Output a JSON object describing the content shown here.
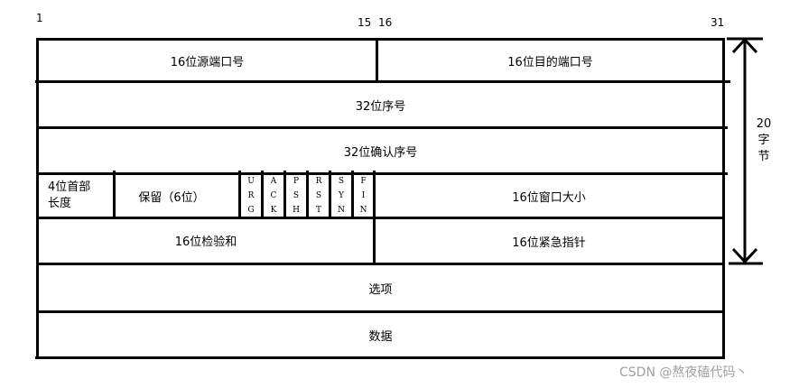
{
  "bit_labels": {
    "start": "1",
    "mid_left": "15",
    "mid_right": "16",
    "end": "31"
  },
  "rows": {
    "row1": {
      "source_port": "16位源端口号",
      "dest_port": "16位目的端口号"
    },
    "row2": {
      "sequence_number": "32位序号"
    },
    "row3": {
      "ack_number": "32位确认序号"
    },
    "row4": {
      "header_length": "4位首部长度",
      "reserved": "保留（6位）",
      "flags": [
        {
          "name": "URG",
          "letters": [
            "U",
            "R",
            "G"
          ]
        },
        {
          "name": "ACK",
          "letters": [
            "A",
            "C",
            "K"
          ]
        },
        {
          "name": "PSH",
          "letters": [
            "P",
            "S",
            "H"
          ]
        },
        {
          "name": "RST",
          "letters": [
            "R",
            "S",
            "T"
          ]
        },
        {
          "name": "SYN",
          "letters": [
            "S",
            "Y",
            "N"
          ]
        },
        {
          "name": "FIN",
          "letters": [
            "F",
            "I",
            "N"
          ]
        }
      ],
      "window_size": "16位窗口大小"
    },
    "row5": {
      "checksum": "16位检验和",
      "urgent_pointer": "16位紧急指针"
    },
    "row6": {
      "options": "选项"
    },
    "row7": {
      "data": "数据"
    }
  },
  "size_annotation": {
    "value": "20",
    "unit_line1": "字",
    "unit_line2": "节"
  },
  "watermark": "CSDN @熬夜磕代码丶",
  "colors": {
    "line": "#000000",
    "background": "#ffffff",
    "watermark": "#a0a0a0"
  }
}
